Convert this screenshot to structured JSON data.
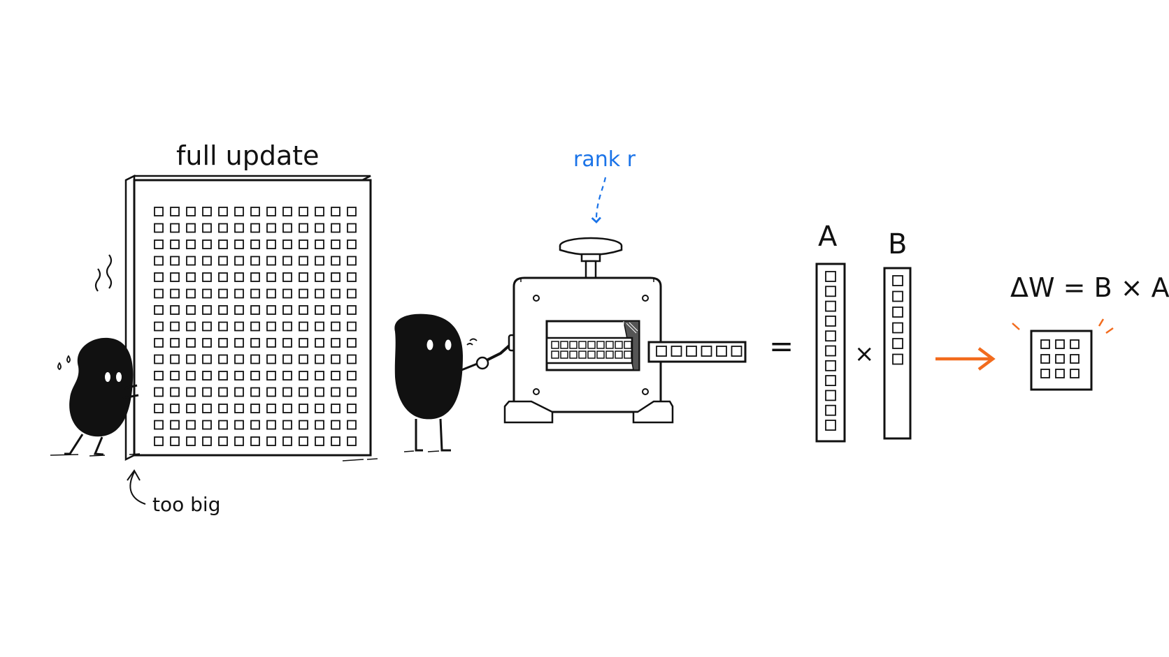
{
  "labels": {
    "full_update": "full update",
    "too_big": "too big",
    "rank": "rank r",
    "equals": "=",
    "matrix_a": "A",
    "times": "×",
    "matrix_b": "B",
    "formula": "ΔW = B × A"
  },
  "grids": {
    "full_update": {
      "rows": 15,
      "cols": 13
    },
    "press_output": {
      "rows": 1,
      "cols": 6
    },
    "press_inside": {
      "rows": 2,
      "cols": 9
    },
    "matrix_a": {
      "rows": 11,
      "cols": 1
    },
    "matrix_b": {
      "rows": 6,
      "cols": 1
    },
    "delta_w": {
      "rows": 3,
      "cols": 3
    }
  },
  "colors": {
    "ink": "#111111",
    "rank_blue": "#1a73e8",
    "arrow_orange": "#f26b1d",
    "background": "#ffffff"
  }
}
